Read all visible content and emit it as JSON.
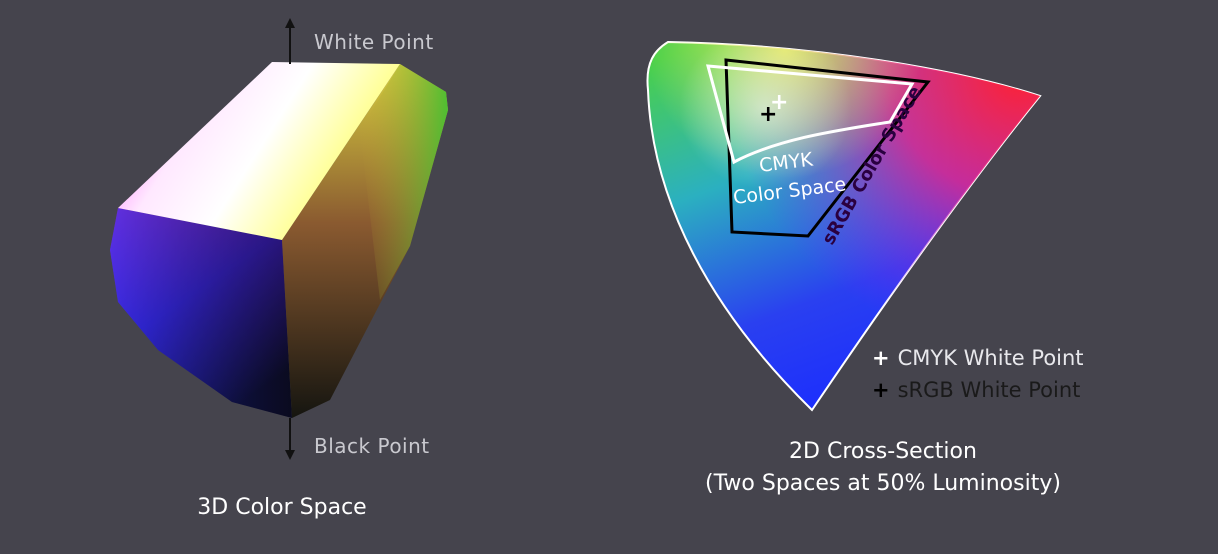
{
  "left_figure": {
    "top_label": "White Point",
    "bottom_label": "Black Point",
    "caption": "3D Color Space"
  },
  "right_figure": {
    "cmyk_region_label_line1": "CMYK",
    "cmyk_region_label_line2": "Color Space",
    "srgb_region_label": "sRGB Color Space",
    "caption_line1": "2D Cross-Section",
    "caption_line2": "(Two Spaces at 50% Luminosity)"
  },
  "legend": {
    "items": [
      {
        "marker": "+",
        "label": "CMYK White Point",
        "marker_color": "#ffffff"
      },
      {
        "marker": "+",
        "label": "sRGB White Point",
        "marker_color": "#000000"
      }
    ]
  },
  "colors": {
    "background": "#45444d",
    "label": "#c9c9cf"
  }
}
